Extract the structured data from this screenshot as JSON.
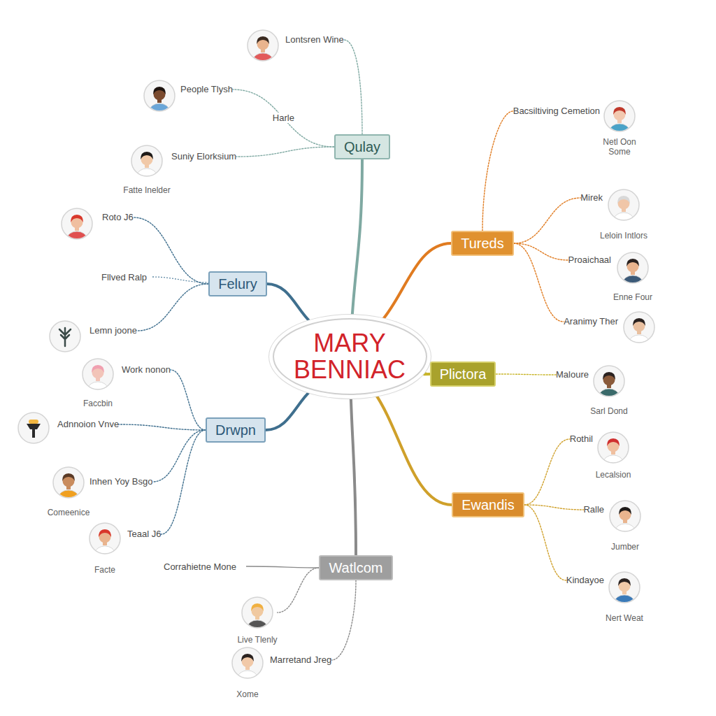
{
  "diagram": {
    "nodes": [
      {
        "text": [
          "MARY BENNIAC"
        ]
      },
      {
        "text": [
          "Qulay"
        ]
      },
      {
        "text": [
          "Felury"
        ]
      },
      {
        "text": [
          "Drwpn"
        ]
      },
      {
        "text": [
          "Watlcom"
        ]
      },
      {
        "text": [
          "Tureds"
        ]
      },
      {
        "text": [
          "Plictora"
        ]
      },
      {
        "text": [
          "Ewandis"
        ]
      },
      {
        "text": [
          "Lontsren Wine"
        ]
      },
      {
        "text": [
          "People Tlysh"
        ]
      },
      {
        "text": [
          "Suniy Elorksium",
          "Fatte Inelder"
        ]
      },
      {
        "text": [
          "Roto J6"
        ]
      },
      {
        "text": [
          "Lemn joone"
        ]
      },
      {
        "text": [
          "Work nonon",
          "Faccbin"
        ]
      },
      {
        "text": [
          "Adnnoion Vnve"
        ]
      },
      {
        "text": [
          "Inhen Yoy Bsgo",
          "Comeenice"
        ]
      },
      {
        "text": [
          "Teaal J6",
          "Facte"
        ]
      },
      {
        "text": [
          "Live Tlenly"
        ]
      },
      {
        "text": [
          "Marretand Jreg",
          "Xome"
        ]
      },
      {
        "text": [
          "Bacsiltiving Cemetion",
          "Netl Oon Some"
        ]
      },
      {
        "text": [
          "Mirek",
          "Leloin Intlors"
        ]
      },
      {
        "text": [
          "Proaichaal",
          "Enne Four"
        ]
      },
      {
        "text": [
          "Aranimy Ther"
        ]
      },
      {
        "text": [
          "Maloure",
          "Sarl Dond"
        ]
      },
      {
        "text": [
          "Rothil",
          "Lecalsion"
        ]
      },
      {
        "text": [
          "Ralle",
          "Jumber"
        ]
      },
      {
        "text": [
          "Kindayoe",
          "Nert Weat"
        ]
      }
    ],
    "edges": [
      {
        "from": 0,
        "to": 1,
        "arrow": "none"
      },
      {
        "from": 0,
        "to": 2,
        "arrow": "none"
      },
      {
        "from": 0,
        "to": 3,
        "arrow": "none"
      },
      {
        "from": 0,
        "to": 4,
        "arrow": "none"
      },
      {
        "from": 0,
        "to": 5,
        "arrow": "none"
      },
      {
        "from": 0,
        "to": 6,
        "arrow": "none"
      },
      {
        "from": 0,
        "to": 7,
        "arrow": "none"
      },
      {
        "from": 1,
        "to": 8,
        "arrow": "none"
      },
      {
        "from": 1,
        "to": 9,
        "label": "Harle",
        "arrow": "none"
      },
      {
        "from": 1,
        "to": 10,
        "arrow": "none"
      },
      {
        "from": 2,
        "to": 11,
        "arrow": "none"
      },
      {
        "from": 2,
        "to": 12,
        "arrow": "none"
      },
      {
        "from": 3,
        "to": 13,
        "arrow": "none"
      },
      {
        "from": 3,
        "to": 14,
        "arrow": "none"
      },
      {
        "from": 3,
        "to": 15,
        "arrow": "none"
      },
      {
        "from": 3,
        "to": 16,
        "arrow": "none"
      },
      {
        "from": 4,
        "to": 17,
        "arrow": "none"
      },
      {
        "from": 4,
        "to": 18,
        "arrow": "none"
      },
      {
        "from": 5,
        "to": 19,
        "arrow": "none"
      },
      {
        "from": 5,
        "to": 20,
        "arrow": "none"
      },
      {
        "from": 5,
        "to": 21,
        "arrow": "none"
      },
      {
        "from": 5,
        "to": 22,
        "arrow": "none"
      },
      {
        "from": 6,
        "to": 23,
        "arrow": "none"
      },
      {
        "from": 7,
        "to": 24,
        "arrow": "none"
      },
      {
        "from": 7,
        "to": 25,
        "arrow": "none"
      },
      {
        "from": 7,
        "to": 26,
        "arrow": "none"
      }
    ],
    "labels": [
      "Fllved Ralp",
      "Corrahietne Mone"
    ]
  }
}
